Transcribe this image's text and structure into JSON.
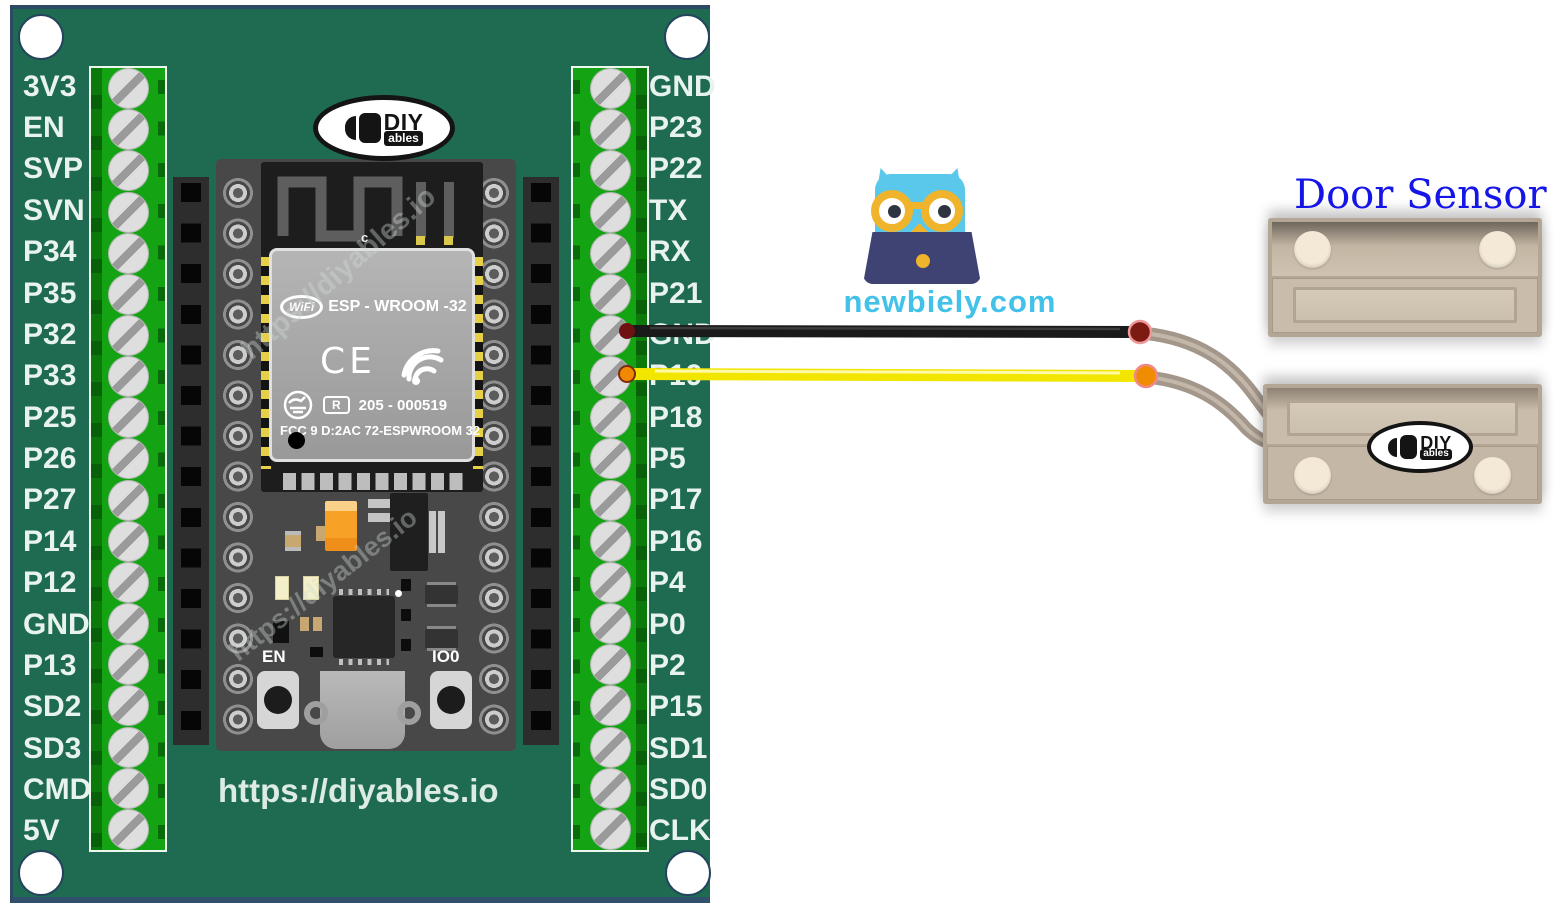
{
  "colors": {
    "pcb_green": "#1e6b52",
    "terminal_green": "#13a313",
    "terminal_dark_green": "#0b7a0b",
    "wire_black": "#1a1a1a",
    "wire_yellow": "#f2e600",
    "wire_gray": "#a3978b",
    "connector_dark_red": "#7c1b12",
    "connector_orange": "#f08c00",
    "newbiely_blue": "#42c2e8",
    "owl_blue": "#59c8ea",
    "glasses_yellow": "#f0b42c",
    "laptop_navy": "#3e4373",
    "title_blue": "#1515e8",
    "sensor_beige": "#c9bcaa",
    "orange_capacitor": "#f7a226"
  },
  "board": {
    "left_pins": [
      "3V3",
      "EN",
      "SVP",
      "SVN",
      "P34",
      "P35",
      "P32",
      "P33",
      "P25",
      "P26",
      "P27",
      "P14",
      "P12",
      "GND",
      "P13",
      "SD2",
      "SD3",
      "CMD",
      "5V"
    ],
    "right_pins": [
      "GND",
      "P23",
      "P22",
      "TX",
      "RX",
      "P21",
      "GND",
      "P19",
      "P18",
      "P5",
      "P17",
      "P16",
      "P4",
      "P0",
      "P2",
      "P15",
      "SD1",
      "SD0",
      "CLK"
    ],
    "url_text": "https://diyables.io",
    "watermark": "https://diyables.io",
    "logo": {
      "top": "DIY",
      "bottom": "ables"
    },
    "module": {
      "wifi": "WiFi",
      "name": "ESP - WROOM -32",
      "ce": "CE",
      "r_mark": "R",
      "cert_no": "205 - 000519",
      "fcc": "FCC 9 D:2AC 72-ESPWROOM 32",
      "antenna_label": "c"
    },
    "buttons": {
      "en": "EN",
      "boot": "IO0"
    }
  },
  "wiring": {
    "wires": [
      {
        "color_name": "black",
        "board_pin": "GND"
      },
      {
        "color_name": "yellow",
        "board_pin": "P19"
      }
    ]
  },
  "newbiely": {
    "text": "newbiely.com"
  },
  "door_sensor": {
    "title": "Door Sensor",
    "logo": {
      "top": "DIY",
      "bottom": "ables"
    }
  }
}
